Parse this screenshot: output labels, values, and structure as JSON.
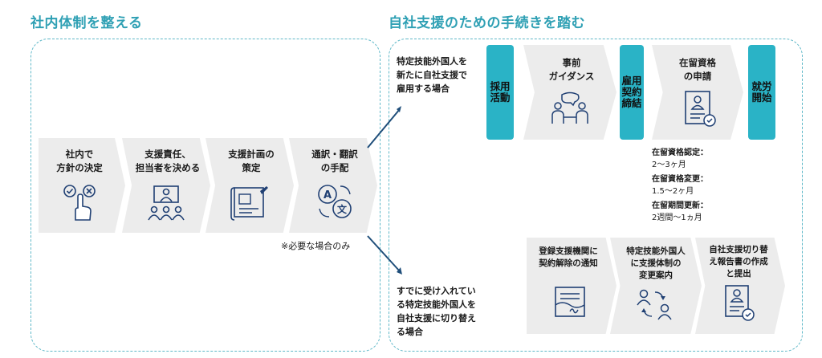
{
  "left_section": {
    "title": "社内体制を整える",
    "steps": [
      {
        "label": "社内で\n方針の決定",
        "icon": "decision-icon"
      },
      {
        "label": "支援責任、\n担当者を決める",
        "icon": "team-icon"
      },
      {
        "label": "支援計画の\n策定",
        "icon": "blueprint-icon"
      },
      {
        "label": "通訳・翻訳\nの手配",
        "icon": "translation-icon"
      }
    ],
    "note": "※必要な場合のみ"
  },
  "right_section": {
    "title": "自社支援のための手続きを踏む",
    "case_new": "特定技能外国人を\n新たに自社支援で\n雇用する場合",
    "case_switch": "すでに受け入れてい\nる特定技能外国人を\n自社支援に切り替え\nる場合",
    "top_flow": {
      "recruit": "採用\n活動",
      "guidance": "事前\nガイダンス",
      "contract": "雇用\n契約\n締結",
      "application": "在留資格\nの申請",
      "start": "就労\n開始"
    },
    "durations": {
      "cert_label": "在留資格認定：",
      "cert_value": "2〜3ヶ月",
      "change_label": "在留資格変更：",
      "change_value": "1.5〜2ヶ月",
      "renew_label": "在留期間更新：",
      "renew_value": "2週間〜1ヵ月"
    },
    "bottom_flow": [
      {
        "label": "登録支援機関に\n契約解除の通知",
        "icon": "document-sign-icon"
      },
      {
        "label": "特定技能外国人\nに支援体制の\n変更案内",
        "icon": "people-exchange-icon"
      },
      {
        "label": "自社支援切り替\nえ報告書の作成\nと提出",
        "icon": "report-icon"
      }
    ]
  },
  "colors": {
    "teal": "#2ab3c6",
    "title_teal": "#2fa0b4",
    "icon_navy": "#1f3f73",
    "chevron_gray": "#ececec",
    "arrow_navy": "#1f4e7a"
  }
}
